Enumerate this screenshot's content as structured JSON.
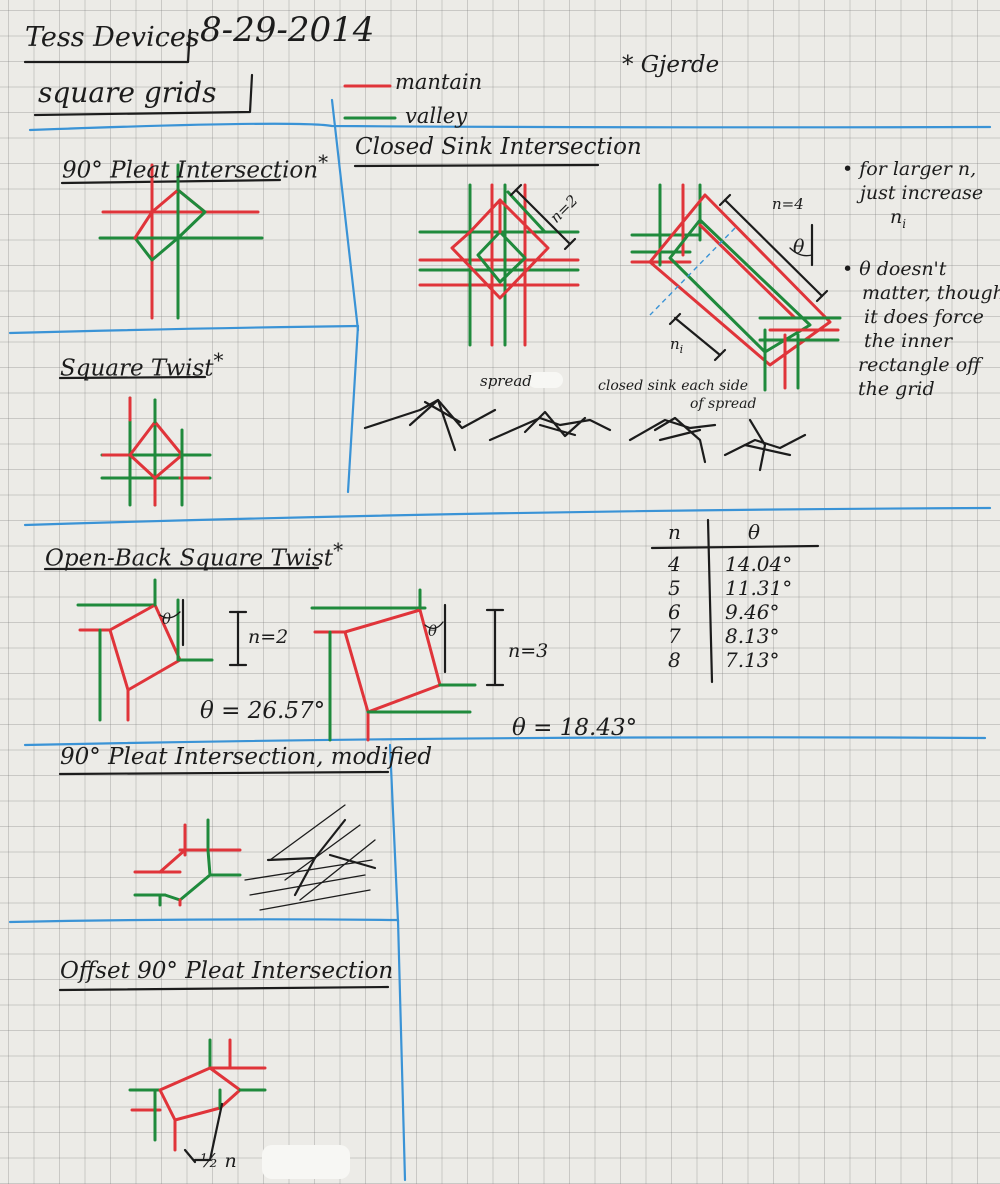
{
  "header": {
    "title": "Tess Devices",
    "date": "8-29-2014",
    "subtitle": "square grids",
    "star_note": "* Gjerde"
  },
  "legend": {
    "mountain": "mantain",
    "valley": "valley",
    "mountain_color": "#e0343a",
    "valley_color": "#1f8a3c"
  },
  "colors": {
    "section_line": "#3a93d6",
    "ink": "#1c1c1c"
  },
  "sections": {
    "plait": "90° Pleat Intersection",
    "closed_sink": "Closed Sink Intersection",
    "square_twist": "Square Twist",
    "open_back": "Open-Back Square Twist",
    "modified": "90° Pleat Intersection, modified",
    "offset": "Offset 90° Pleat Intersection"
  },
  "closed_sink": {
    "n2_label": "n=2",
    "n4_label": "n=4",
    "theta": "θ",
    "ni_label": "n",
    "ni_sub": "i",
    "spread_label": "spread",
    "sink_label_1": "closed sink each side",
    "sink_label_2": "of spread",
    "notes": [
      "• for larger n,",
      "just increase",
      "n",
      "i",
      "• θ doesn't",
      "matter, though",
      "it does force",
      "the inner",
      "rectangle off",
      "the grid"
    ]
  },
  "open_back": {
    "n2_label": "n=2",
    "n3_label": "n=3",
    "theta": "θ",
    "theta1": "θ = 26.57°",
    "theta2": "θ = 18.43°"
  },
  "angle_table": {
    "col_n": "n",
    "col_theta": "θ",
    "n": [
      "4",
      "5",
      "6",
      "7",
      "8"
    ],
    "theta": [
      "14.04°",
      "11.31°",
      "9.46°",
      "8.13°",
      "7.13°"
    ]
  },
  "offset": {
    "half_label": "½ n"
  }
}
